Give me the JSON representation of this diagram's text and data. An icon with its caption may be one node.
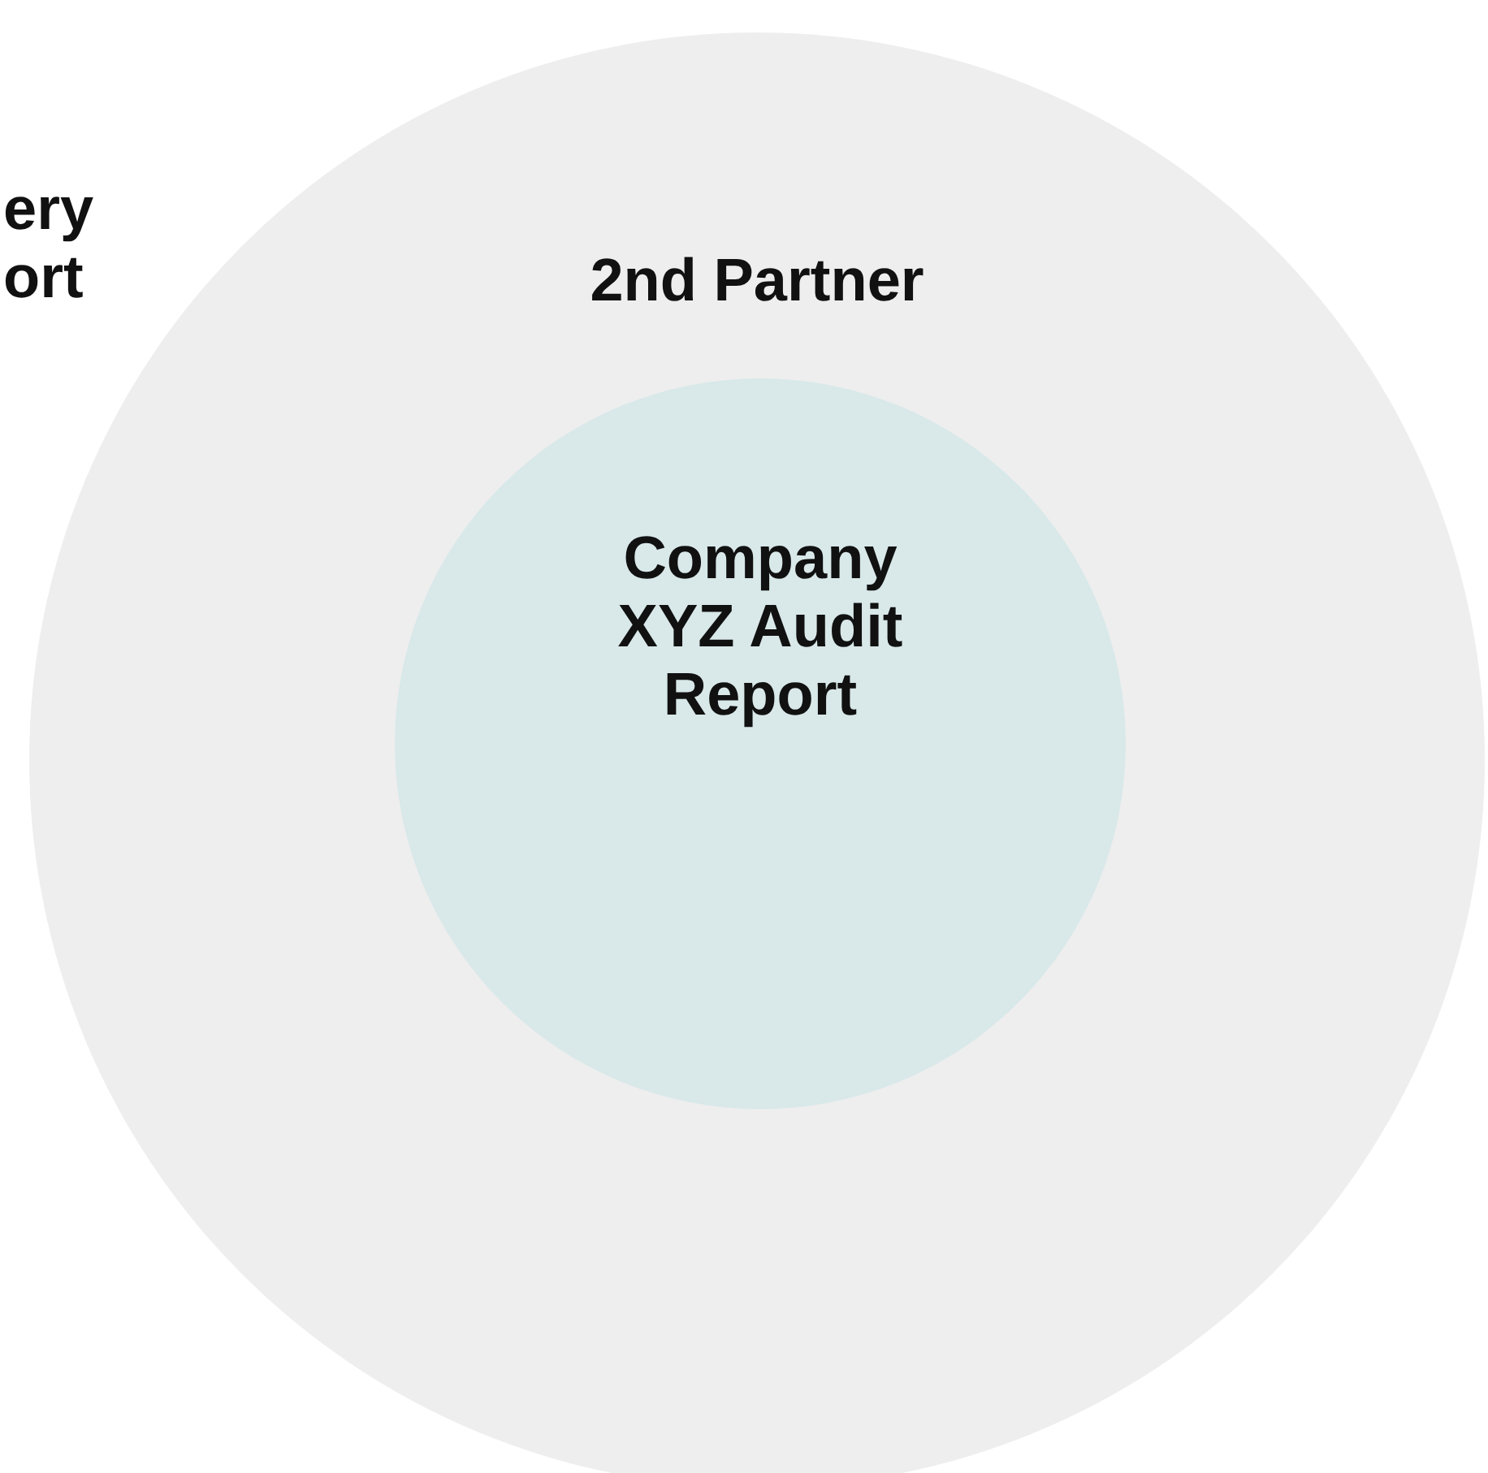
{
  "diagram": {
    "nodes": [
      {
        "text": [
          "2nd Partner"
        ]
      },
      {
        "text": [
          "Company XYZ Audit Report"
        ],
        "in": 0
      }
    ],
    "labels": [
      "ery ort"
    ]
  }
}
